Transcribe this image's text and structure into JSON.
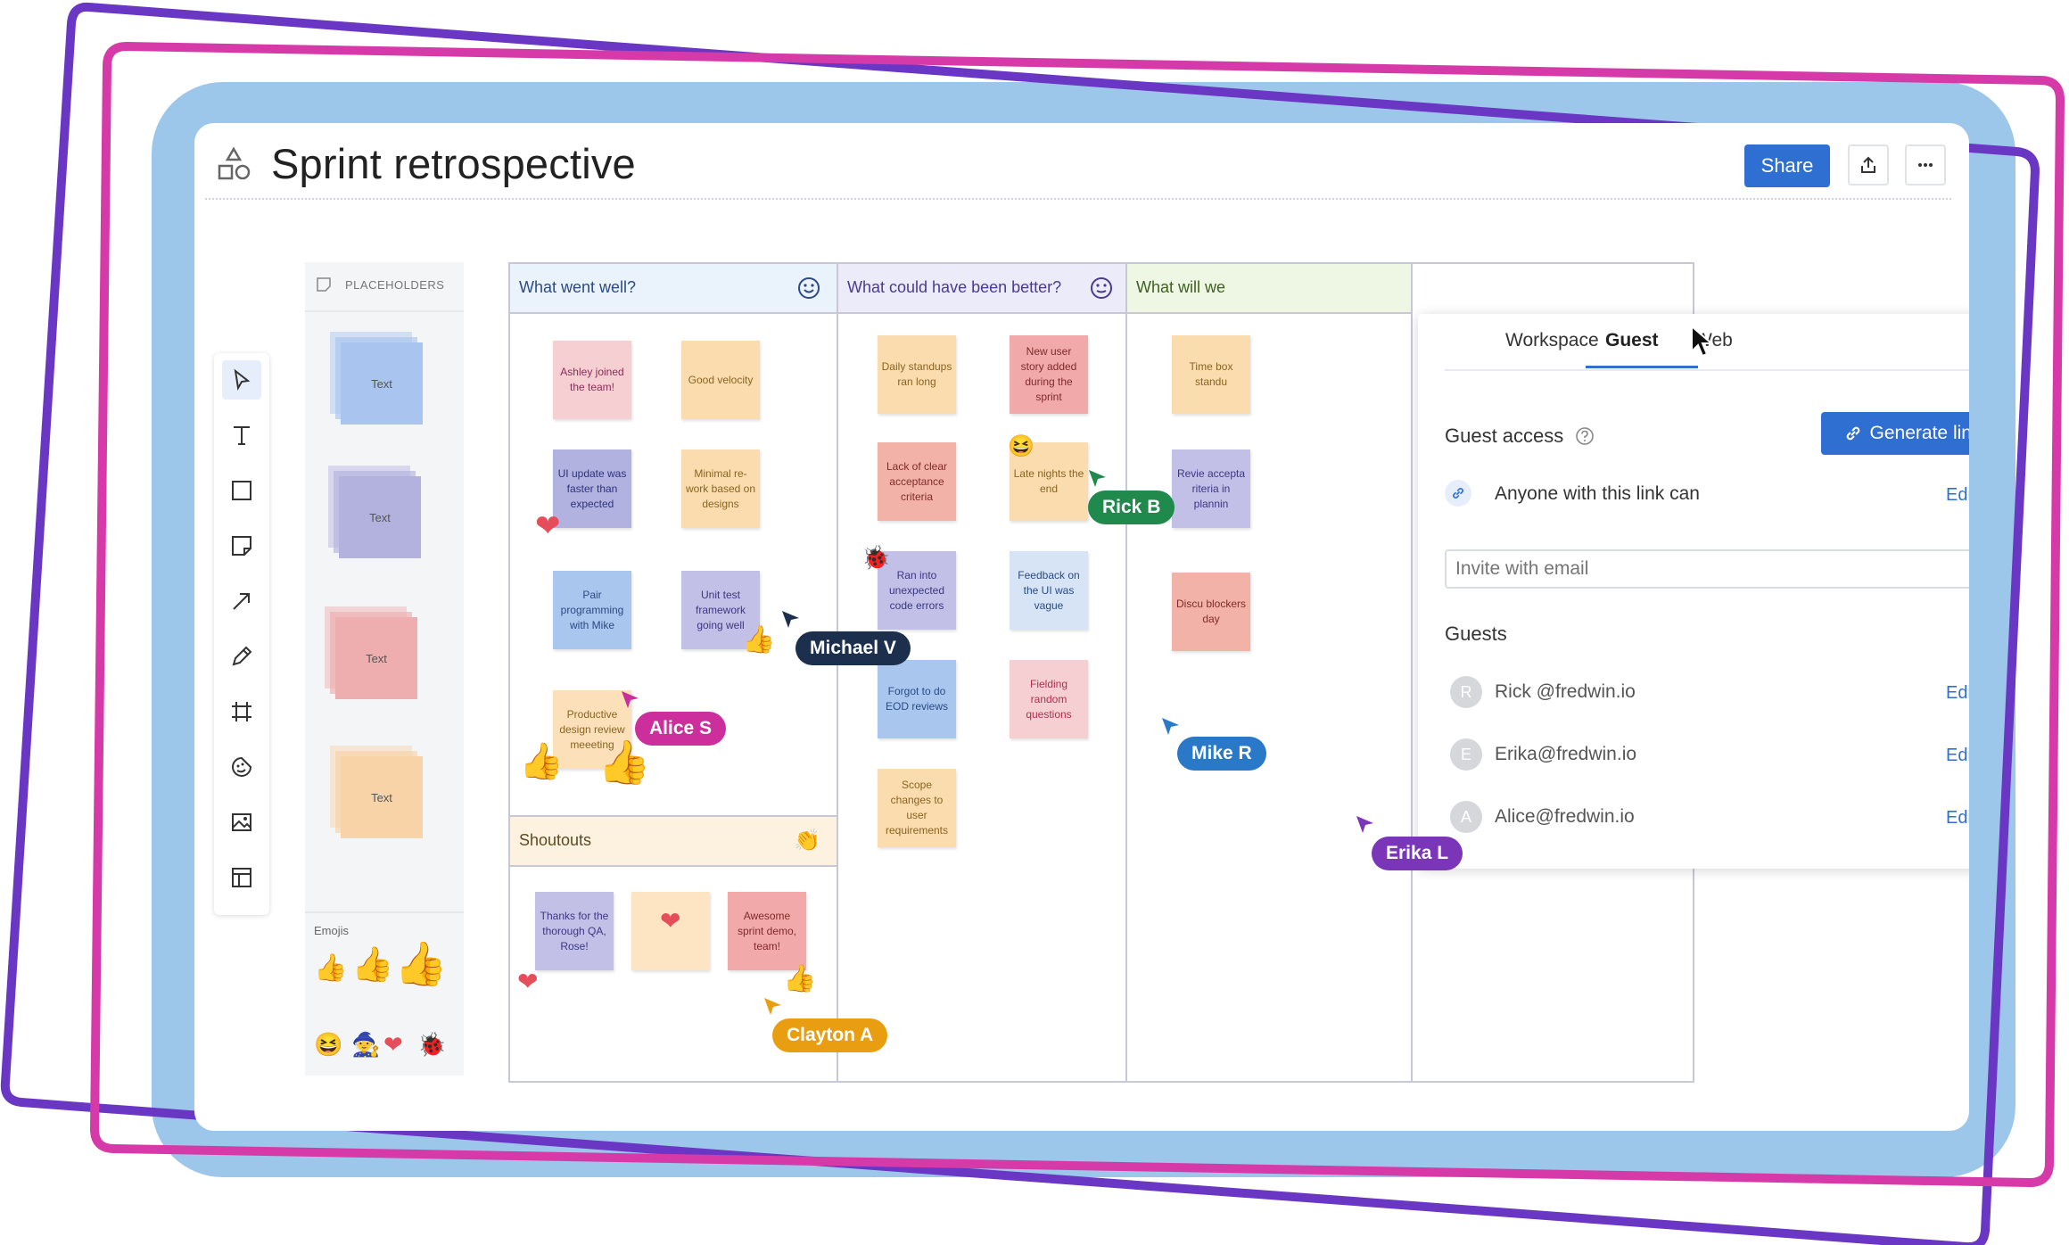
{
  "app": {
    "title": "Sprint retrospective",
    "share_label": "Share",
    "colors": {
      "accent": "#2f6fd1",
      "backdrop": "#9dc7ea",
      "frame_purple": "#6a36c4",
      "frame_magenta": "#d63aa8"
    }
  },
  "toolbar": {
    "tools": [
      {
        "name": "select-tool",
        "icon": "cursor-icon"
      },
      {
        "name": "text-tool",
        "icon": "text-icon"
      },
      {
        "name": "shape-tool",
        "icon": "square-icon"
      },
      {
        "name": "sticky-note-tool",
        "icon": "sticky-note-icon"
      },
      {
        "name": "arrow-tool",
        "icon": "arrow-icon"
      },
      {
        "name": "pen-tool",
        "icon": "pencil-icon"
      },
      {
        "name": "frame-tool",
        "icon": "frame-icon"
      },
      {
        "name": "sticker-tool",
        "icon": "sticker-icon"
      },
      {
        "name": "image-tool",
        "icon": "image-icon"
      },
      {
        "name": "template-tool",
        "icon": "layout-icon"
      }
    ]
  },
  "placeholders": {
    "header": "PLACEHOLDERS",
    "cards": [
      {
        "label": "Text",
        "color": "#a9c4ee"
      },
      {
        "label": "Text",
        "color": "#b3b1dd"
      },
      {
        "label": "Text",
        "color": "#eeadae"
      },
      {
        "label": "Text",
        "color": "#f8d3a8"
      }
    ],
    "emojis_label": "Emojis"
  },
  "board": {
    "columns": [
      {
        "title": "What went well?",
        "icon": "smile-icon"
      },
      {
        "title": "What could have been better?",
        "icon": "neutral-face-icon"
      },
      {
        "title": "What will we"
      }
    ],
    "shoutouts": {
      "title": "Shoutouts",
      "icon": "clap-icon"
    },
    "notes_col1": [
      "Ashley joined the team!",
      "Good velocity",
      "UI update was faster than expected",
      "Minimal re-work based on designs",
      "Pair programming with Mike",
      "Unit test framework going well",
      "Productive design review meeeting"
    ],
    "notes_col2a": [
      "Daily standups ran long",
      "Lack of clear acceptance criteria",
      "Ran into unexpected code errors",
      "Forgot to do EOD reviews",
      "Scope changes to user requirements"
    ],
    "notes_col2b": [
      "New user story added during the sprint",
      "Late nights the end",
      "Feedback on the UI was vague",
      "Fielding random questions"
    ],
    "notes_col3": [
      "Time box standu",
      "Revie accepta riteria in plannin",
      "Discu blockers day"
    ],
    "notes_shoutouts": [
      "Thanks for the thorough QA, Rose!",
      "",
      "Awesome sprint demo, team!"
    ]
  },
  "cursors": [
    {
      "name": "Rick B",
      "color": "#1f8a4c"
    },
    {
      "name": "Michael V",
      "color": "#1c2f4d"
    },
    {
      "name": "Alice S",
      "color": "#cc2f9b"
    },
    {
      "name": "Mike R",
      "color": "#2979c8"
    },
    {
      "name": "Erika L",
      "color": "#7a35b8"
    },
    {
      "name": "Clayton A",
      "color": "#e99e12"
    }
  ],
  "share_panel": {
    "tabs": [
      "Workspace",
      "Guest",
      "Web"
    ],
    "active_tab": "Guest",
    "guest_access_label": "Guest access",
    "generate_link_label": "Generate link",
    "link_permission_label": "Anyone with this link can",
    "edit_label": "Edit",
    "invite_placeholder": "Invite with email",
    "guests_label": "Guests",
    "guests": [
      {
        "initial": "R",
        "email": "Rick @fredwin.io",
        "permission": "Edit"
      },
      {
        "initial": "E",
        "email": "Erika@fredwin.io",
        "permission": "Edit"
      },
      {
        "initial": "A",
        "email": "Alice@fredwin.io",
        "permission": "Edit"
      }
    ]
  }
}
